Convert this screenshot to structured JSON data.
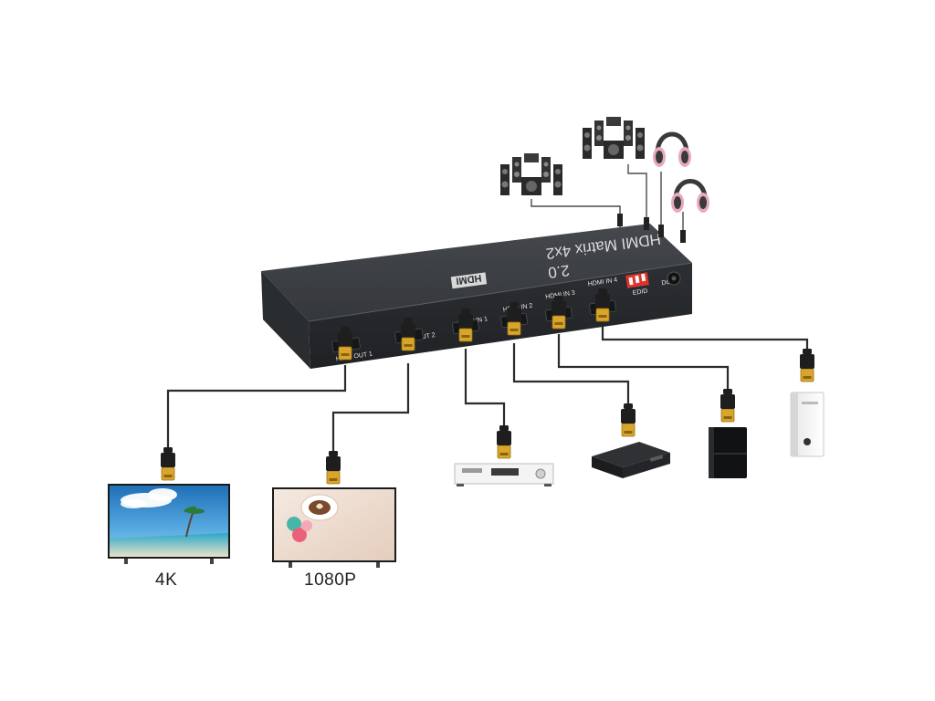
{
  "device": {
    "brand_line1": "2.0",
    "brand_line2": "HDMI Matrix 4x2",
    "logo_text": "HDMI",
    "ports": {
      "out1": "HDMI OUT 1",
      "out2": "HDMI OUT 2",
      "in1": "HDMI IN 1",
      "in2": "HDMI IN 2",
      "in3": "HDMI IN 3",
      "in4": "HDMI IN 4",
      "edid": "EDID",
      "power": "DC/5V"
    }
  },
  "displays": {
    "left_caption": "4K",
    "right_caption": "1080P"
  },
  "colors": {
    "chassis_top": "#3a3d41",
    "chassis_front": "#25282b",
    "cable": "#2b2b2b",
    "connector_gold": "#d9a52b",
    "dip_switch": "#d9342b"
  }
}
